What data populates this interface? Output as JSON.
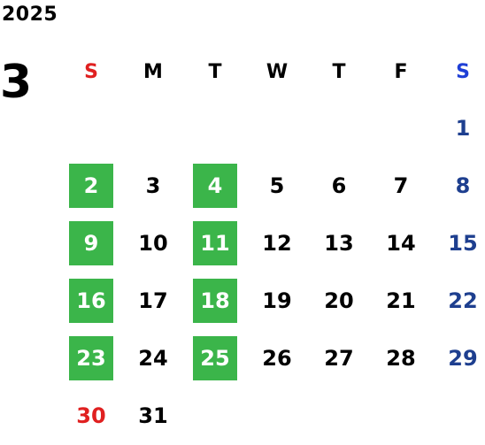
{
  "calendar": {
    "year": "2025",
    "month": "3",
    "weekdays": [
      "S",
      "M",
      "T",
      "W",
      "T",
      "F",
      "S"
    ],
    "first_weekday_index": 6,
    "days": [
      {
        "label": "1",
        "highlight": false
      },
      {
        "label": "2",
        "highlight": true
      },
      {
        "label": "3",
        "highlight": false
      },
      {
        "label": "4",
        "highlight": true
      },
      {
        "label": "5",
        "highlight": false
      },
      {
        "label": "6",
        "highlight": false
      },
      {
        "label": "7",
        "highlight": false
      },
      {
        "label": "8",
        "highlight": false
      },
      {
        "label": "9",
        "highlight": true
      },
      {
        "label": "10",
        "highlight": false
      },
      {
        "label": "11",
        "highlight": true
      },
      {
        "label": "12",
        "highlight": false
      },
      {
        "label": "13",
        "highlight": false
      },
      {
        "label": "14",
        "highlight": false
      },
      {
        "label": "15",
        "highlight": false
      },
      {
        "label": "16",
        "highlight": true
      },
      {
        "label": "17",
        "highlight": false
      },
      {
        "label": "18",
        "highlight": true
      },
      {
        "label": "19",
        "highlight": false
      },
      {
        "label": "20",
        "highlight": false
      },
      {
        "label": "21",
        "highlight": false
      },
      {
        "label": "22",
        "highlight": false
      },
      {
        "label": "23",
        "highlight": true
      },
      {
        "label": "24",
        "highlight": false
      },
      {
        "label": "25",
        "highlight": true
      },
      {
        "label": "26",
        "highlight": false
      },
      {
        "label": "27",
        "highlight": false
      },
      {
        "label": "28",
        "highlight": false
      },
      {
        "label": "29",
        "highlight": false
      },
      {
        "label": "30",
        "highlight": false
      },
      {
        "label": "31",
        "highlight": false
      }
    ]
  },
  "colors": {
    "sunday": "#e02020",
    "saturday_header": "#1f3fd6",
    "saturday_day": "#1e3f8f",
    "weekday": "#000000",
    "highlight_bg": "#3bb54a",
    "highlight_text": "#ffffff"
  }
}
